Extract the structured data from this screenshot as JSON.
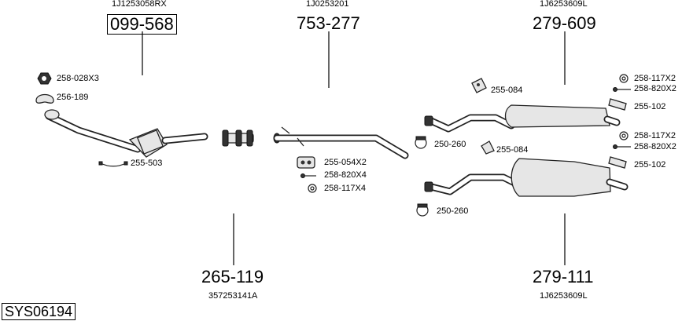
{
  "diagram_id": "SYS06194",
  "groups": [
    {
      "ref": "1J1253058RX",
      "part": "099-568"
    },
    {
      "ref": "1J0253201",
      "part": "753-277"
    },
    {
      "ref": "1J6253609L",
      "part": "279-609"
    },
    {
      "ref": "357253141A",
      "part": "265-119"
    },
    {
      "ref": "1J6253609L",
      "part": "279-111"
    }
  ],
  "fittings": [
    {
      "code": "258-028X3",
      "icon": "hex-nut-icon"
    },
    {
      "code": "256-189",
      "icon": "gasket-icon"
    },
    {
      "code": "255-503",
      "icon": "strap-clamp-icon"
    },
    {
      "code": "255-054X2",
      "icon": "rubber-mount-icon"
    },
    {
      "code": "258-820X4",
      "icon": "bolt-icon"
    },
    {
      "code": "258-117X4",
      "icon": "washer-icon"
    },
    {
      "code": "255-084",
      "icon": "rubber-hanger-icon"
    },
    {
      "code": "250-260",
      "icon": "pipe-clamp-icon"
    },
    {
      "code": "258-117X2",
      "icon": "washer-icon"
    },
    {
      "code": "258-820X2",
      "icon": "bolt-icon"
    },
    {
      "code": "255-102",
      "icon": "bracket-icon"
    },
    {
      "code": "255-084",
      "icon": "rubber-hanger-icon"
    },
    {
      "code": "250-260",
      "icon": "pipe-clamp-icon"
    },
    {
      "code": "258-117X2",
      "icon": "washer-icon"
    },
    {
      "code": "258-820X2",
      "icon": "bolt-icon"
    },
    {
      "code": "255-102",
      "icon": "bracket-icon"
    }
  ]
}
